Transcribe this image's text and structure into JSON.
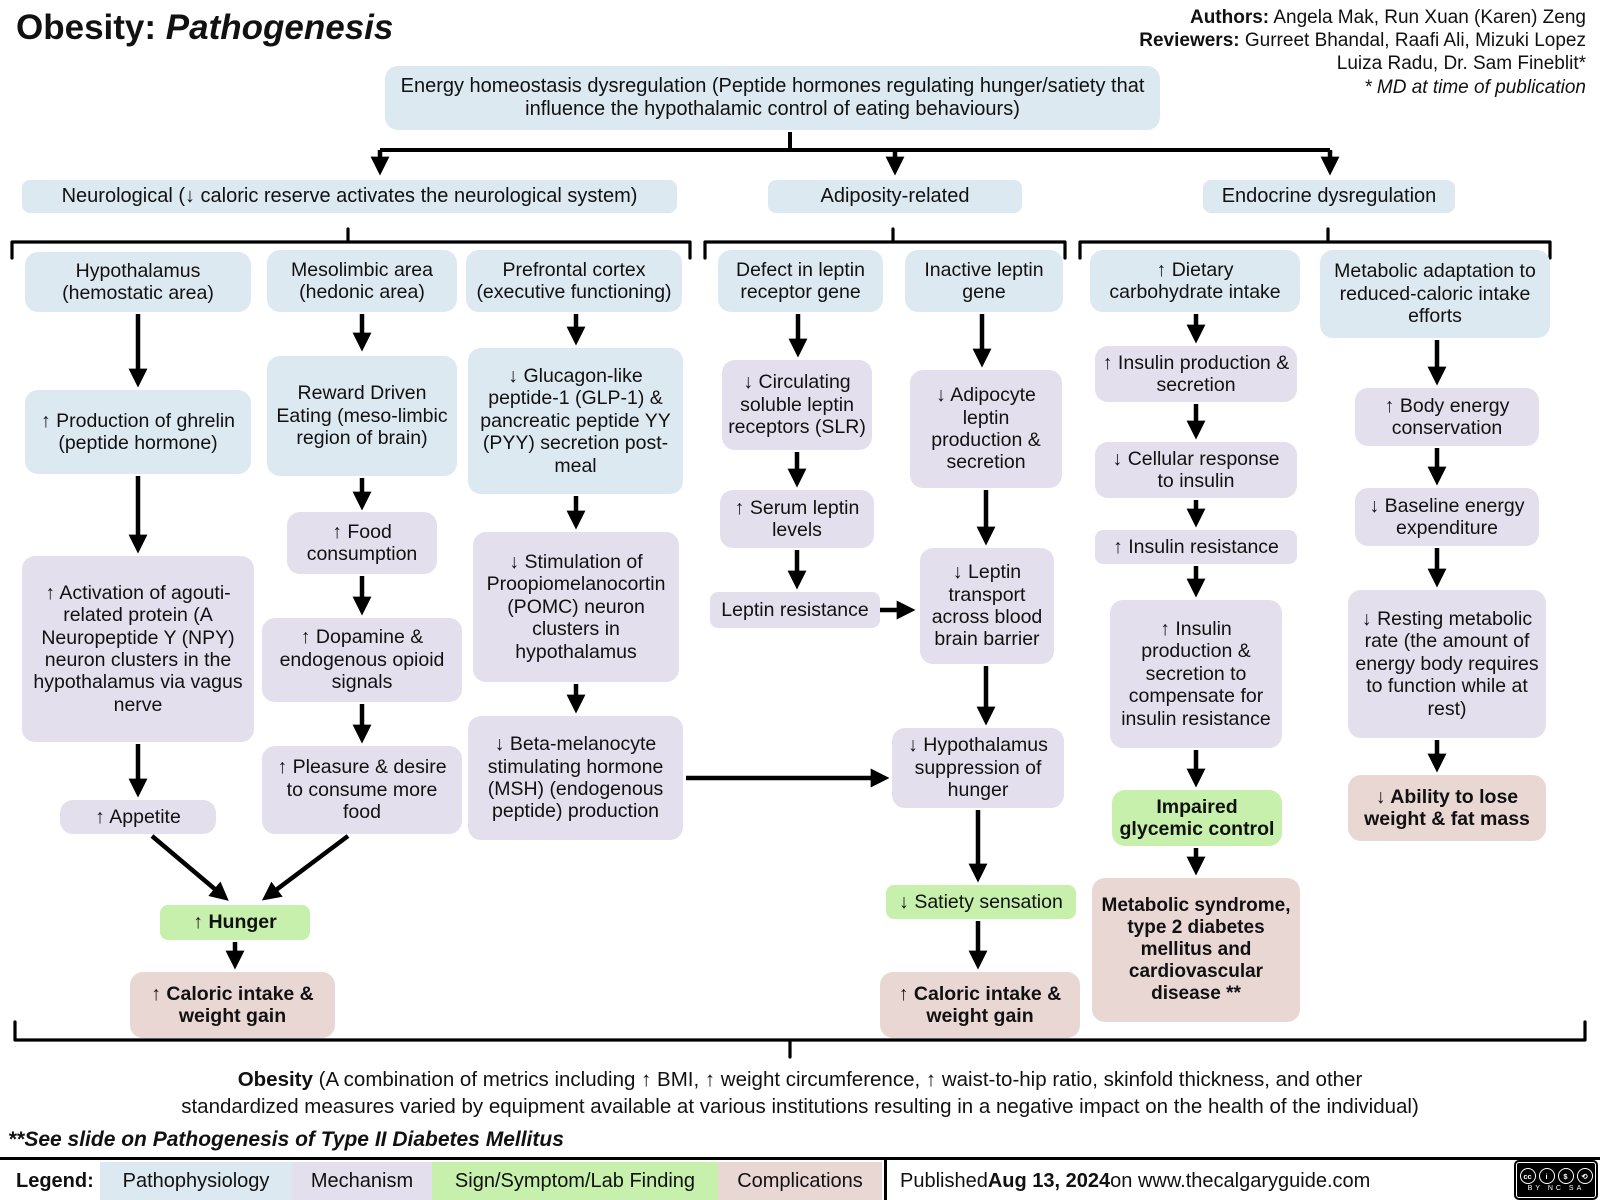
{
  "header": {
    "title_main": "Obesity:",
    "title_italic": "Pathogenesis",
    "authors_label": "Authors:",
    "authors_names": " Angela Mak, Run Xuan (Karen) Zeng",
    "reviewers_label": "Reviewers:",
    "reviewers_names": " Gurreet Bhandal, Raafi Ali, Mizuki Lopez",
    "reviewers_names2": "Luiza Radu, Dr. Sam Fineblit*",
    "md_note": "* MD at time of publication"
  },
  "root": "Energy homeostasis dysregulation (Peptide hormones regulating hunger/satiety that influence the hypothalamic control of eating behaviours)",
  "categories": {
    "neurological": "Neurological (↓ caloric reserve activates the neurological system)",
    "adiposity": "Adiposity-related",
    "endocrine": "Endocrine dysregulation"
  },
  "nodes": {
    "hypothalamus": "Hypothalamus (hemostatic area)",
    "mesolimbic": "Mesolimbic area (hedonic area)",
    "prefrontal": "Prefrontal cortex (executive functioning)",
    "defect_leptin_receptor": "Defect in leptin receptor gene",
    "inactive_leptin": "Inactive leptin gene",
    "dietary_carb": "↑ Dietary carbohydrate intake",
    "metabolic_adaptation": "Metabolic adaptation to reduced-caloric intake efforts",
    "ghrelin": "↑ Production of ghrelin (peptide hormone)",
    "agouti": "↑ Activation of agouti-related protein (A Neuropeptide Y (NPY) neuron clusters in the hypothalamus via vagus nerve",
    "appetite": "↑ Appetite",
    "reward": "Reward Driven Eating (meso-limbic region of brain)",
    "food": "↑ Food consumption",
    "dopamine": "↑ Dopamine & endogenous opioid signals",
    "pleasure": "↑ Pleasure & desire to consume more food",
    "hunger": "↑ Hunger",
    "caloric_left": "↑ Caloric intake & weight gain",
    "glp": "↓ Glucagon-like peptide-1 (GLP-1) & pancreatic peptide YY (PYY) secretion post-meal",
    "pomc": "↓ Stimulation of Proopiomelanocortin (POMC) neuron clusters in hypothalamus",
    "msh": "↓ Beta-melanocyte stimulating hormone (MSH) (endogenous peptide) production",
    "slr": "↓ Circulating soluble leptin receptors (SLR)",
    "serum_leptin": "↑ Serum leptin levels",
    "leptin_resistance": "Leptin resistance",
    "adipocyte": "↓ Adipocyte leptin production & secretion",
    "transport": "↓ Leptin transport across blood brain barrier",
    "suppression": "↓ Hypothalamus suppression of hunger",
    "satiety": "↓ Satiety sensation",
    "caloric_right": "↑ Caloric intake & weight gain",
    "insulin_prod": "↑ Insulin production & secretion",
    "cellular": "↓ Cellular response to insulin",
    "insulin_resistance": "↑ Insulin resistance",
    "compensate": "↑ Insulin production & secretion to compensate for insulin resistance",
    "impaired": "Impaired glycemic control",
    "syndrome": "Metabolic syndrome, type 2 diabetes mellitus and cardiovascular disease **",
    "conservation": "↑ Body energy conservation",
    "baseline": "↓ Baseline energy expenditure",
    "resting": "↓ Resting metabolic rate (the amount of energy body requires to function while at rest)",
    "ability": "↓ Ability to lose weight & fat mass"
  },
  "footer": {
    "obesity_bold": "Obesity",
    "obesity_line1_rest": " (A combination of metrics including ↑ BMI, ↑ weight circumference, ↑ waist-to-hip ratio, skinfold thickness, and other",
    "obesity_line2": "standardized measures varied by equipment available at various institutions resulting in a negative impact on the health of the individual)",
    "note": "**See slide on Pathogenesis of Type II Diabetes Mellitus"
  },
  "legend": {
    "label": "Legend:",
    "items": [
      {
        "label": "Pathophysiology",
        "color": "#dde9f1"
      },
      {
        "label": "Mechanism",
        "color": "#e3dfed"
      },
      {
        "label": "Sign/Symptom/Lab Finding",
        "color": "#c6f0ab"
      },
      {
        "label": "Complications",
        "color": "#e9d7d4"
      }
    ],
    "published_prefix": "Published ",
    "published_date": "Aug 13, 2024",
    "published_suffix": " on www.thecalgaryguide.com",
    "cc_badge": "BY NC SA",
    "cc_glyphs": [
      "cc",
      "i",
      "$",
      "⟲"
    ]
  },
  "colors": {
    "pathophysiology": "#dde9f1",
    "mechanism": "#e3dfed",
    "sign_symptom": "#c6f0ab",
    "complication": "#e9d7d4",
    "arrow": "#000000",
    "background": "#ffffff"
  }
}
